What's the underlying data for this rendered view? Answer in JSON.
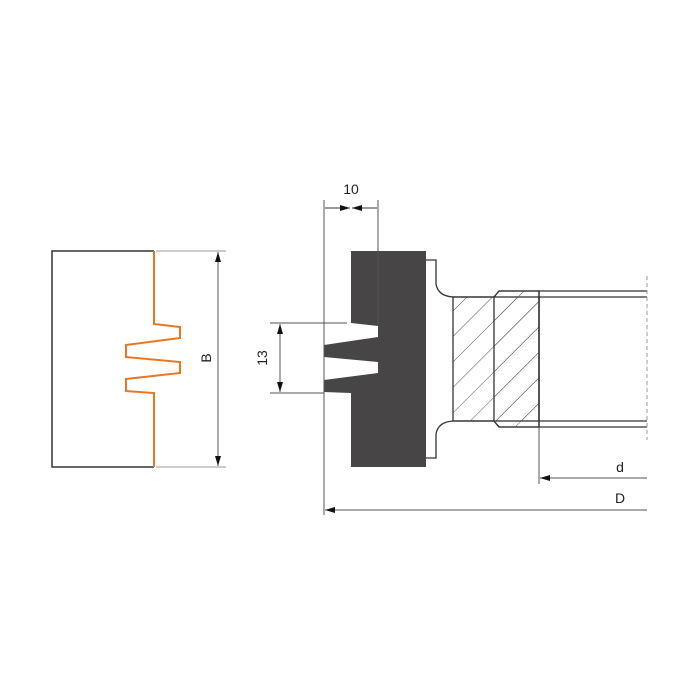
{
  "labels": {
    "width": "10",
    "tooth_height": "13",
    "height": "B",
    "bore": "d",
    "diameter": "D"
  },
  "colors": {
    "profile": "#e87722",
    "body": "#474545",
    "line": "#333333",
    "dim": "#888888"
  }
}
